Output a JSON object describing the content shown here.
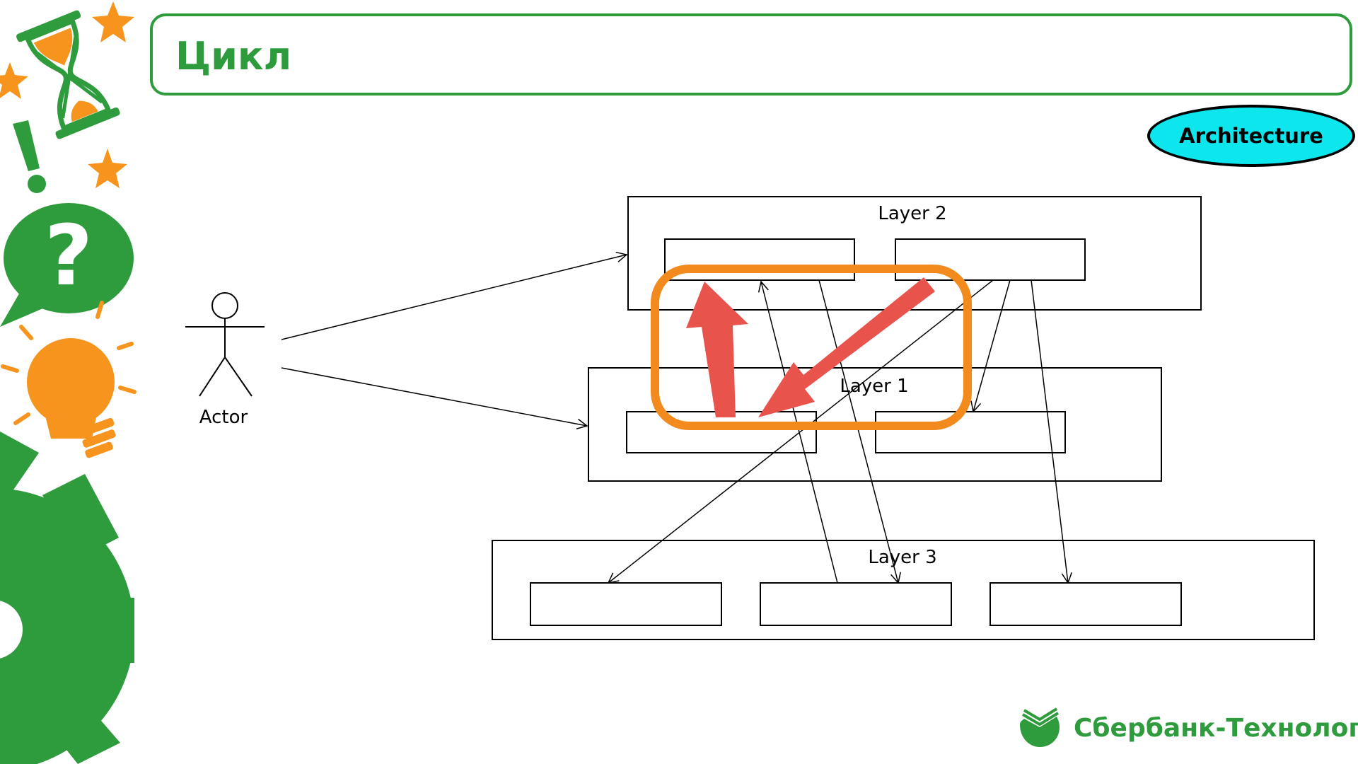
{
  "slide": {
    "title": "Цикл",
    "badge": "Architecture",
    "brand": "Сбербанк-Технологии"
  },
  "diagram": {
    "actor_label": "Actor",
    "layers": [
      {
        "id": "layer2",
        "label": "Layer 2",
        "components": 2
      },
      {
        "id": "layer1",
        "label": "Layer 1",
        "components": 2
      },
      {
        "id": "layer3",
        "label": "Layer 3",
        "components": 3
      }
    ]
  },
  "colors": {
    "brand_green": "#2e9b3c",
    "badge_fill": "#0ee6ee",
    "highlight_orange": "#f28a1e",
    "arrow_red": "#e8534b",
    "icon_orange": "#f7941d"
  }
}
